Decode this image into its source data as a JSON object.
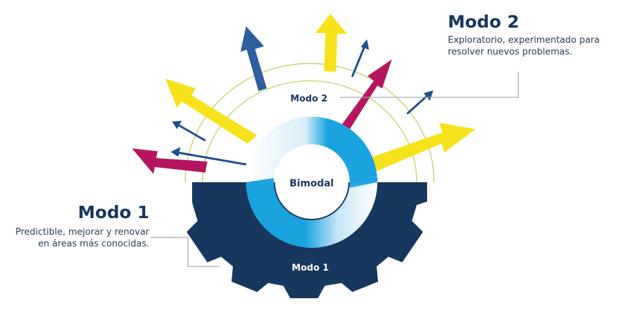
{
  "diagram": {
    "center_label": "Bimodal",
    "upper_label": "Modo 2",
    "lower_label": "Modo 1"
  },
  "modo2": {
    "title": "Modo 2",
    "description": "Exploratorio, experimentado para resolver nuevos problemas."
  },
  "modo1": {
    "title": "Modo 1",
    "description": "Predictible, mejorar y renovar en áreas más conocidas."
  },
  "colors": {
    "navy": "#17375e",
    "light_blue": "#1ba3e0",
    "yellow": "#f6e21b",
    "magenta": "#b5145f",
    "steel_blue": "#2f5e9e",
    "dark_blue_arrow": "#1d4e8f",
    "arc_green": "#c3d66a",
    "leader_gray": "#a9a9a9"
  }
}
